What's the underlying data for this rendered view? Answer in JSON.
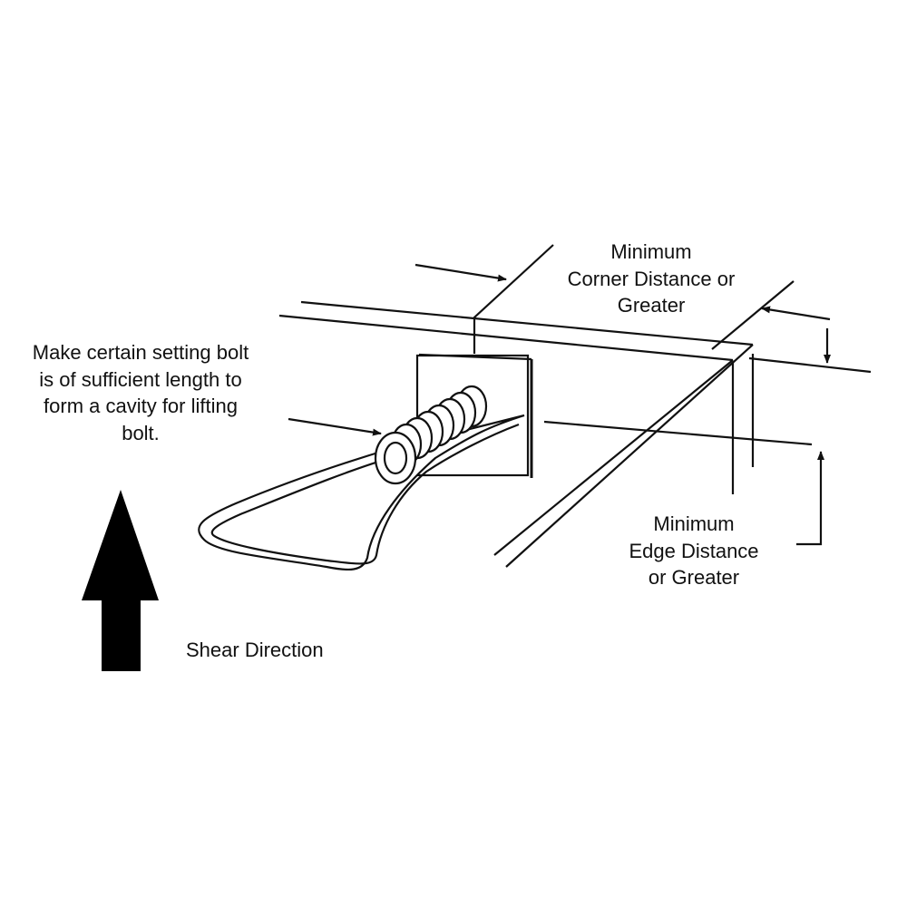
{
  "annotations": {
    "setting_bolt_note": [
      "Make certain setting bolt",
      "is of sufficient length to",
      "form a cavity for lifting",
      "bolt."
    ],
    "corner_distance": [
      "Minimum",
      "Corner Distance or",
      "Greater"
    ],
    "edge_distance": [
      "Minimum",
      "Edge Distance",
      "or Greater"
    ],
    "shear_direction": "Shear Direction"
  },
  "colors": {
    "ink": "#111111",
    "background": "#ffffff"
  }
}
